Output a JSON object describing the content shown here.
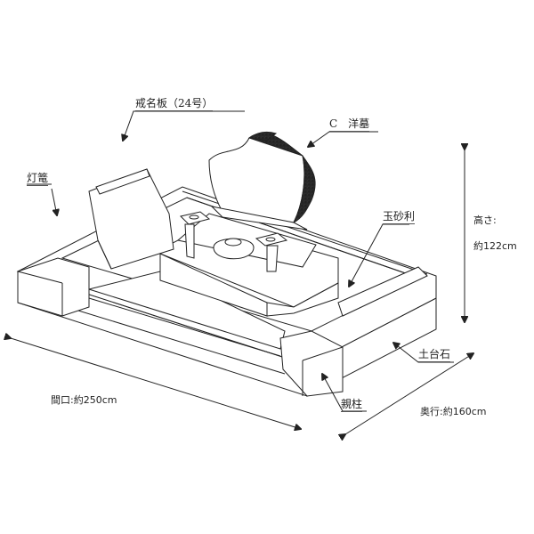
{
  "labels": {
    "kaimyoban": "戒名板（24号）",
    "yobo": "C　洋墓",
    "toro": "灯篭",
    "tamajari": "玉砂利",
    "dodaiishi": "土台石",
    "oyabashira": "親柱"
  },
  "dimensions": {
    "height_label": "高さ:",
    "height_value": "約122cm",
    "width": "間口:約250cm",
    "depth": "奥行:約160cm"
  }
}
